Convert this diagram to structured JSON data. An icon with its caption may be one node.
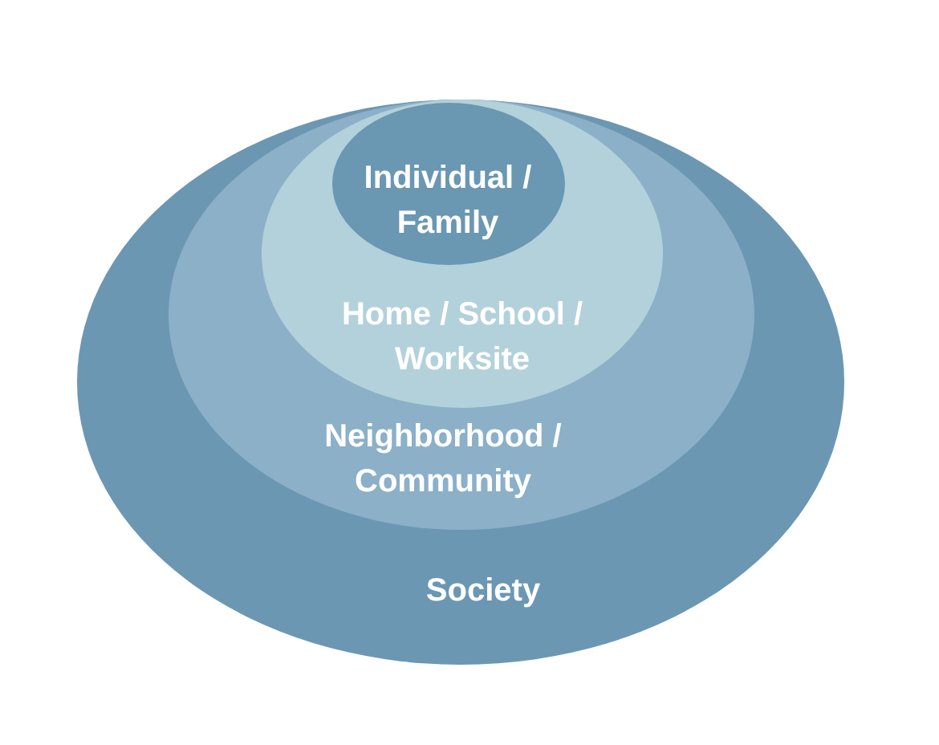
{
  "diagram": {
    "nodes": [
      {
        "text": [
          "Society"
        ]
      },
      {
        "text": [
          "Neighborhood / Community"
        ],
        "in": 0
      },
      {
        "text": [
          "Home / School / Worksite"
        ],
        "in": 1
      },
      {
        "text": [
          "Individual / Family"
        ],
        "in": 2
      }
    ]
  }
}
